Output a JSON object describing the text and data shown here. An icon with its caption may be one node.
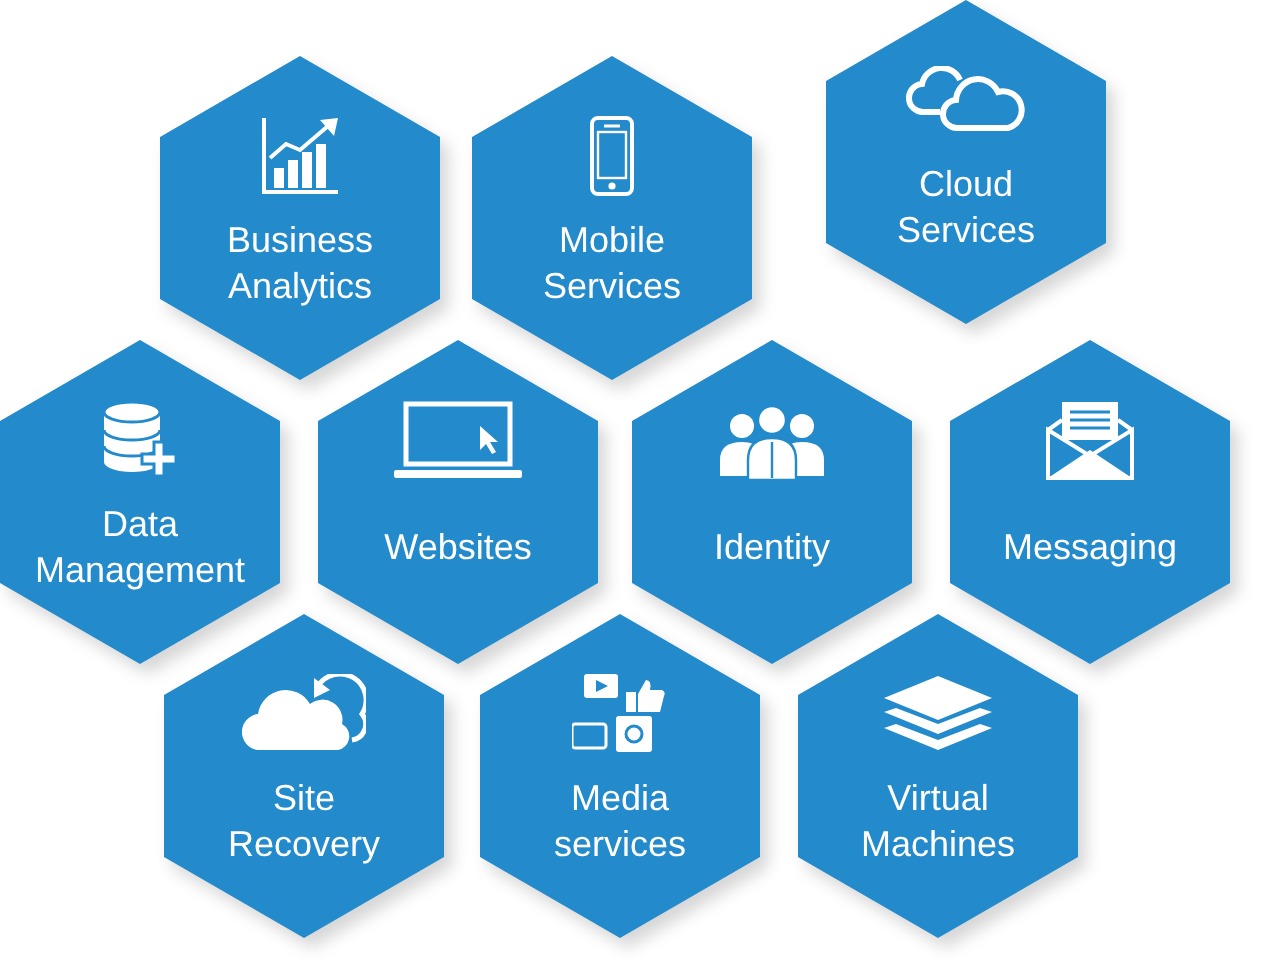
{
  "diagram": {
    "nodes": [
      {
        "text": [
          "Business Analytics"
        ]
      },
      {
        "text": [
          "Mobile Services"
        ]
      },
      {
        "text": [
          "Cloud Services"
        ]
      },
      {
        "text": [
          "Data Management"
        ]
      },
      {
        "text": [
          "Websites"
        ]
      },
      {
        "text": [
          "Identity"
        ]
      },
      {
        "text": [
          "Messaging"
        ]
      },
      {
        "text": [
          "Site Recovery"
        ]
      },
      {
        "text": [
          "Media services"
        ]
      },
      {
        "text": [
          "Virtual Machines"
        ]
      }
    ]
  }
}
